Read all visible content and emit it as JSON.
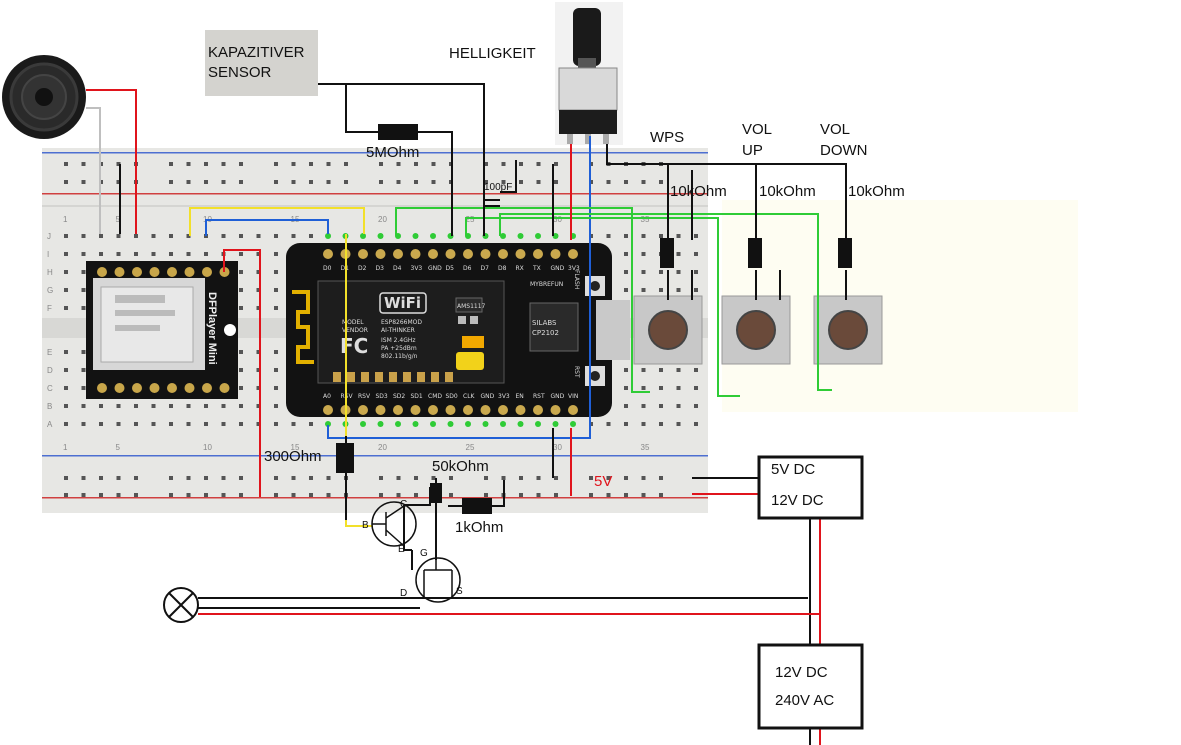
{
  "labels": {
    "sensor": [
      "KAPAZITIVER",
      "SENSOR"
    ],
    "helligkeit": "HELLIGKEIT",
    "wps": "WPS",
    "vol_up": [
      "VOL",
      "UP"
    ],
    "vol_down": [
      "VOL",
      "DOWN"
    ],
    "r_5m": "5MOhm",
    "c_100p": "100pF",
    "r_10k_1": "10kOhm",
    "r_10k_2": "10kOhm",
    "r_10k_3": "10kOhm",
    "r_300": "300Ohm",
    "r_50k": "50kOhm",
    "r_1k": "1kOhm",
    "v5": "5V",
    "psu1": [
      "5V DC",
      "12V DC"
    ],
    "psu2": [
      "12V DC",
      "240V AC"
    ],
    "transistor_pins": [
      "B",
      "C",
      "E"
    ],
    "mosfet_pins": [
      "G",
      "D",
      "S"
    ]
  },
  "modules": {
    "dfplayer": "DFPlayer Mini",
    "esp_module": [
      "MODEL",
      "VENDOR",
      "ESP8266MOD",
      "AI-THINKER",
      "ISM 2.4GHz",
      "PA +25dBm",
      "802.11b/g/n"
    ],
    "wifi": "WiFi",
    "fcc": "FC",
    "usb_chip": [
      "SILABS",
      "CP2102"
    ],
    "maker": "MYBREFUN",
    "flash": "FLASH",
    "rst": "RST",
    "chip_label": "AMS1117",
    "top_pins": [
      "D0",
      "D1",
      "D2",
      "D3",
      "D4",
      "3V3",
      "GND",
      "D5",
      "D6",
      "D7",
      "D8",
      "RX",
      "TX",
      "GND",
      "3V3"
    ],
    "bottom_pins": [
      "A0",
      "RSV",
      "RSV",
      "SD3",
      "SD2",
      "SD1",
      "CMD",
      "SD0",
      "CLK",
      "GND",
      "3V3",
      "EN",
      "RST",
      "GND",
      "VIN"
    ]
  },
  "breadboard": {
    "row_letters_top": [
      "J",
      "I",
      "H",
      "G",
      "F"
    ],
    "row_letters_bottom": [
      "E",
      "D",
      "C",
      "B",
      "A"
    ],
    "col_numbers": [
      "1",
      "5",
      "10",
      "15",
      "20",
      "25",
      "30",
      "35"
    ]
  },
  "colors": {
    "red": "#e0141c",
    "black": "#111111",
    "blue": "#1f5fd6",
    "yellow": "#f2e02a",
    "green": "#2fcc36",
    "gray": "#bfbfbf",
    "breadboard": "#e8e8e6"
  }
}
